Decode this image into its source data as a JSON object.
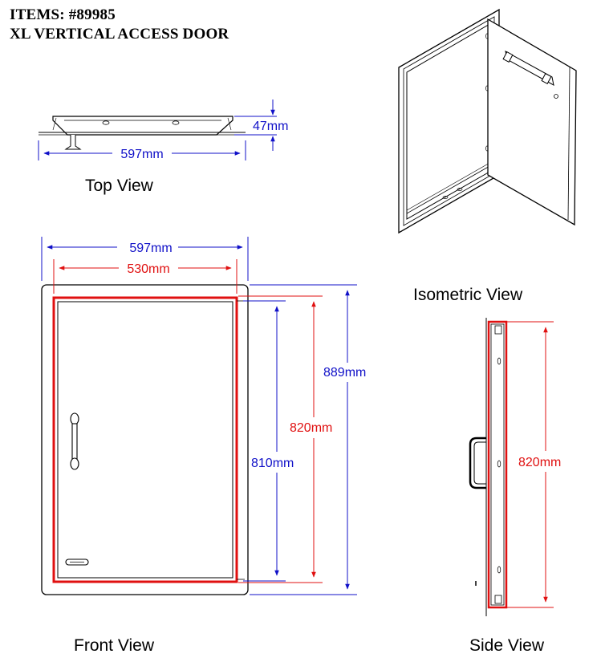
{
  "header": {
    "items_line": "ITEMS: #89985",
    "product_name": "XL VERTICAL ACCESS DOOR"
  },
  "views": {
    "top": "Top View",
    "isometric": "Isometric View",
    "front": "Front View",
    "side": "Side View"
  },
  "dimensions": {
    "top_depth": "47mm",
    "top_width": "597mm",
    "front_outer_width": "597mm",
    "front_inner_width": "530mm",
    "front_outer_height": "889mm",
    "front_inner_height": "820mm",
    "front_opening_height": "810mm",
    "side_height": "820mm"
  },
  "colors": {
    "dimension_blue": "#1010c8",
    "dimension_red": "#e01010",
    "outline": "#000000"
  }
}
